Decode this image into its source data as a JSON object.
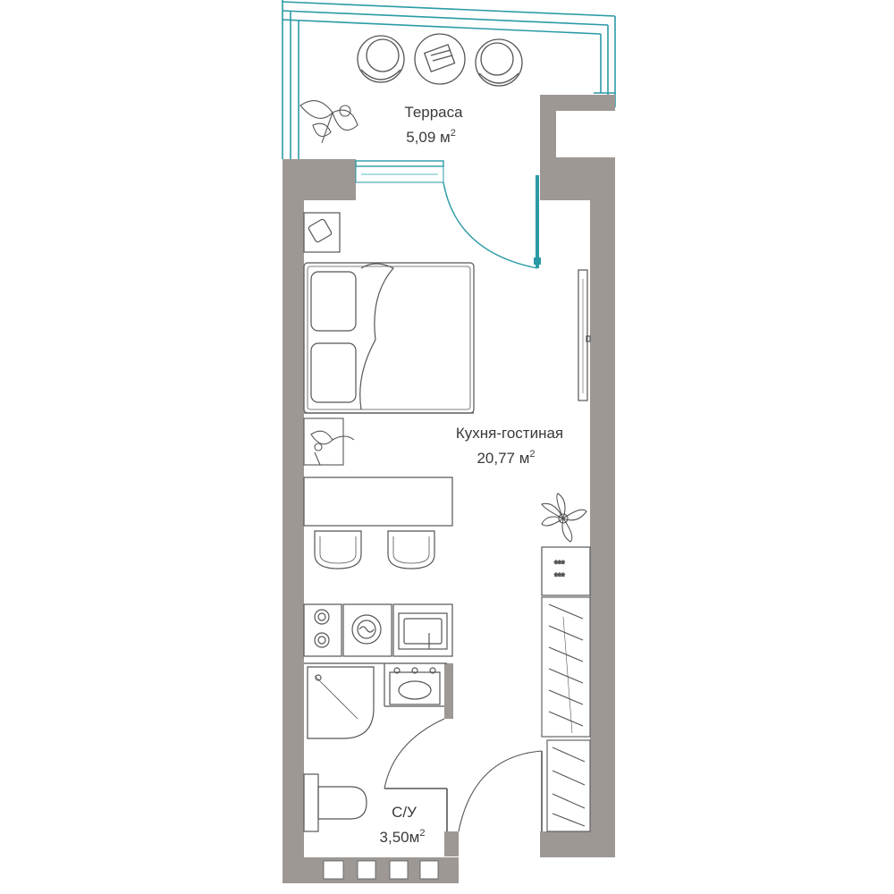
{
  "rooms": {
    "terrace": {
      "name": "Терраса",
      "area": "5,09 м",
      "area_sup": "2"
    },
    "living": {
      "name": "Кухня-гостиная",
      "area": "20,77 м",
      "area_sup": "2"
    },
    "bath": {
      "name": "С/У",
      "area": "3,50м",
      "area_sup": "2"
    }
  },
  "colors": {
    "wall": "#9e9895",
    "line": "#555555",
    "accent": "#2a9aa6",
    "accent_light": "#8fd3d9"
  },
  "icons": [
    "plant-icon",
    "chair-icon",
    "table-icon",
    "bed-icon",
    "tv-icon",
    "stove-icon",
    "washing-machine-icon",
    "sink-icon",
    "shower-icon",
    "toilet-icon",
    "fridge-icon",
    "wardrobe-icon"
  ]
}
